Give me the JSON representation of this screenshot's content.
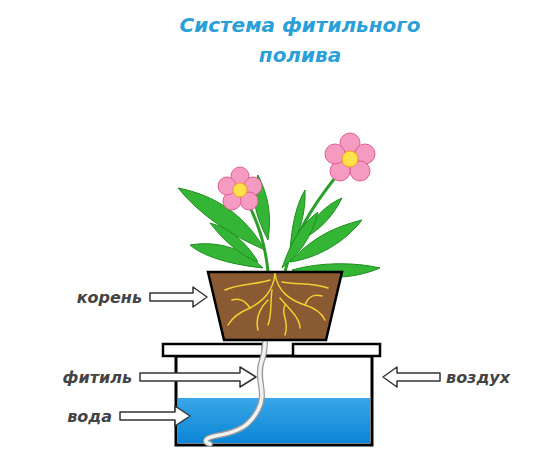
{
  "diagram": {
    "title": "Система фитильного полива",
    "labels": [
      "корень",
      "фитиль",
      "вода",
      "воздух"
    ]
  }
}
